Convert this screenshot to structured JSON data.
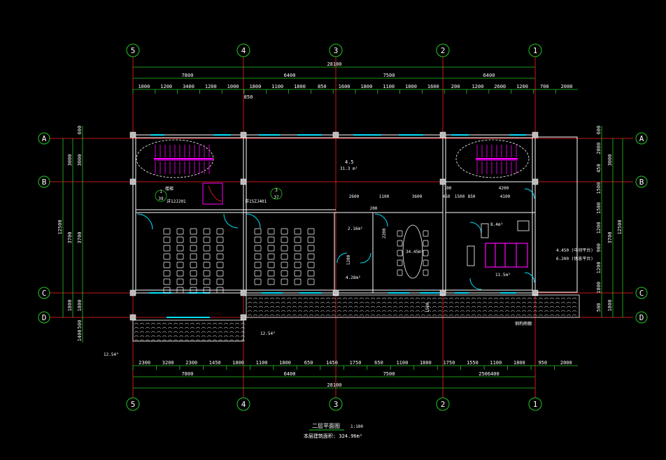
{
  "drawing": {
    "title": "二层平面图",
    "scale": "1:100",
    "area_note": "本层建筑面积: 324.96m²"
  },
  "axes": {
    "vertical": [
      {
        "label": "5"
      },
      {
        "label": "4"
      },
      {
        "label": "3"
      },
      {
        "label": "2"
      },
      {
        "label": "1"
      }
    ],
    "horizontal": [
      {
        "label": "A"
      },
      {
        "label": "B"
      },
      {
        "label": "C"
      },
      {
        "label": "D"
      }
    ]
  },
  "top_dims": {
    "total": "28100",
    "row2": [
      "7800",
      "6400",
      "7500",
      "6400"
    ],
    "row3": [
      "1000",
      "1200",
      "3400",
      "1200",
      "1000",
      "1800",
      "1100",
      "1800",
      "850",
      "1600",
      "1800",
      "1100",
      "1800",
      "1600",
      "200",
      "1200",
      "2600",
      "1200",
      "700",
      "2000"
    ],
    "extra": "850"
  },
  "bottom_dims": {
    "total": "28100",
    "row2": [
      "7800",
      "6400",
      "7500",
      "2506400"
    ],
    "row3": [
      "2300",
      "3200",
      "2300",
      "1450",
      "1800",
      "1100",
      "1800",
      "650",
      "1450",
      "1750",
      "650",
      "1100",
      "1800",
      "1750",
      "1550",
      "1100",
      "1800",
      "950",
      "2000"
    ]
  },
  "left_dims": {
    "total": "12500",
    "row2": [
      "3000",
      "3700",
      "1800"
    ],
    "row3": [
      "3000",
      "3700",
      "1800"
    ],
    "top_offset": "600",
    "bottom_extra": [
      "500",
      "1400"
    ]
  },
  "right_dims": {
    "total": "12500",
    "row2": [
      "3000",
      "3700",
      "1800"
    ],
    "row3": [
      "2800",
      "450",
      "1500",
      "1500",
      "1200",
      "900",
      "1200",
      "1800",
      "500"
    ],
    "top_offset": "600"
  },
  "labels": {
    "level_a": "4.5",
    "level_a_area": "31.3 m²",
    "dims_mid": [
      "2600",
      "1100",
      "3600",
      "700",
      "4200"
    ],
    "dims_mid2": [
      "450",
      "1500",
      "850",
      "4100"
    ],
    "dim_200": "200",
    "room_small_area": "2.16m²",
    "room_small_area2": "4.28m²",
    "meeting_area": "34.45m²",
    "toilet_area": "8.4m²",
    "toilet_area2": "11.5m²",
    "stair_note_left": "楼梯",
    "stair_spec": "详12J201",
    "sink_spec": "详15ZJ401",
    "level_right1": "4.450 (中间平台)",
    "level_right2": "6.200 (休息平台)",
    "slope_left": "12.54°",
    "slope_mid": "12.54°",
    "note_bottom_right": "钢构雨棚",
    "bubble_a": "1",
    "bubble_a2": "39",
    "bubble_b": "3",
    "bubble_b2": "37",
    "d1200": "1200",
    "d2200": "2200",
    "d1500": "1500"
  },
  "colors": {
    "background": "#000000",
    "wall": "#ffffff",
    "grid": "#ff2020",
    "dimension": "#22c822",
    "window": "#00e0ff",
    "furniture": "#ffffff",
    "partition": "#ff00ff"
  }
}
